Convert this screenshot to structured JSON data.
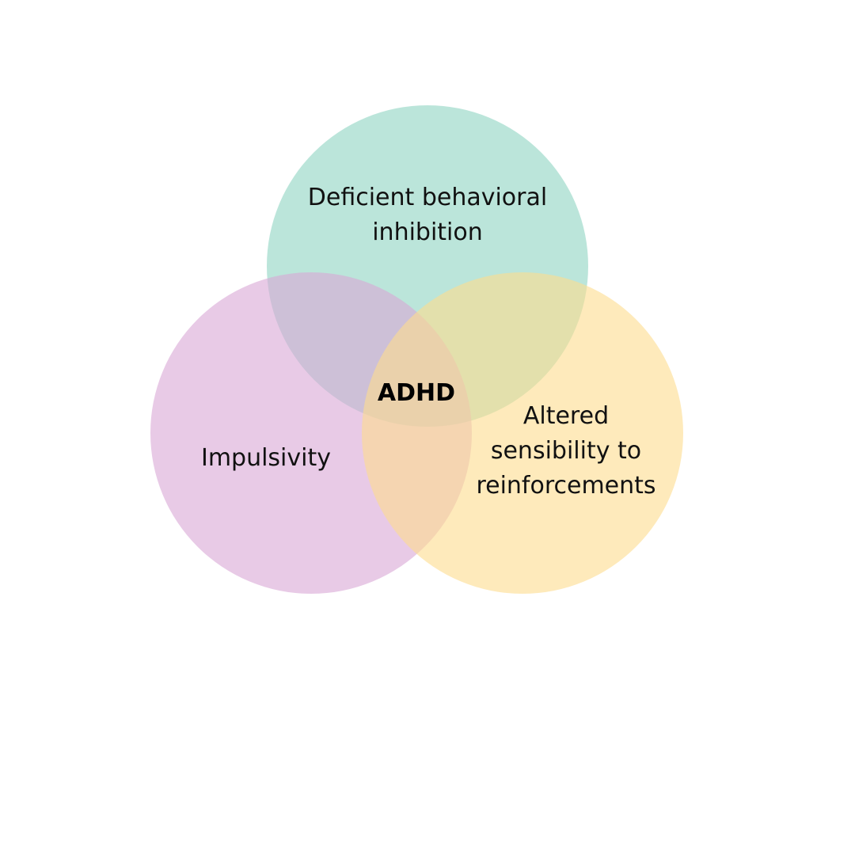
{
  "diagram": {
    "circles": [
      {
        "id": "top",
        "label": "Deficient behavioral\ninhibition",
        "color": "#8ed3c1"
      },
      {
        "id": "left",
        "label": "Impulsivity",
        "color": "#d8a6d6"
      },
      {
        "id": "right",
        "label": "Altered\nsensibility to\nreinforcements",
        "color": "#fddc8e"
      }
    ],
    "center_label": "ADHD"
  }
}
